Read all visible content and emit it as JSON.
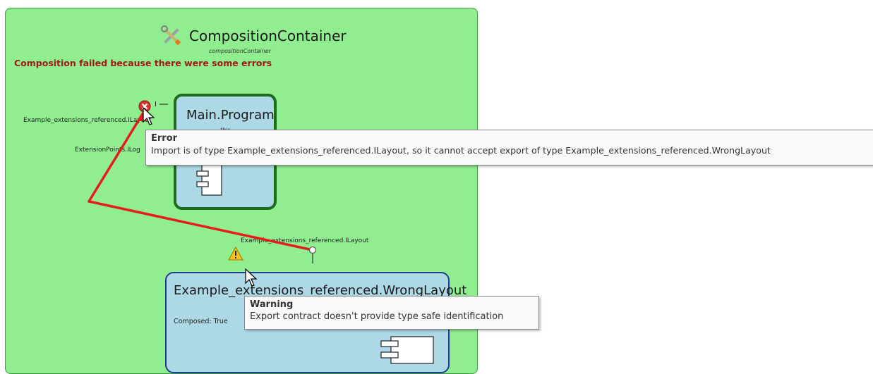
{
  "container": {
    "title": "CompositionContainer",
    "subtitle": "compositionContainer",
    "error_banner": "Composition failed because there were some errors"
  },
  "main_part": {
    "title": "Main.Program",
    "subtitle": "this",
    "import_label_1": "Example_extensions_referenced.ILayout",
    "import_label_2": "ExtensionPoints.ILog",
    "port_marker": "I"
  },
  "wrong_layout_part": {
    "title": "Example_extensions_referenced.WrongLayout",
    "subtitle": "wrongLayout",
    "composed": "Composed: True",
    "export_label": "Example_extensions_referenced.ILayout"
  },
  "error_tooltip": {
    "title": "Error",
    "body": "Import is of type Example_extensions_referenced.ILayout, so it cannot accept export of type Example_extensions_referenced.WrongLayout"
  },
  "warning_tooltip": {
    "title": "Warning",
    "body": "Export contract doesn't provide type safe identification"
  },
  "colors": {
    "container_bg": "#90ee90",
    "part_bg": "#add8e6",
    "error_text": "#a01818",
    "connector": "#e61c1c"
  },
  "icons": [
    "tools-icon",
    "component-icon",
    "error-icon",
    "warning-icon",
    "cursor-icon",
    "export-port-icon"
  ]
}
